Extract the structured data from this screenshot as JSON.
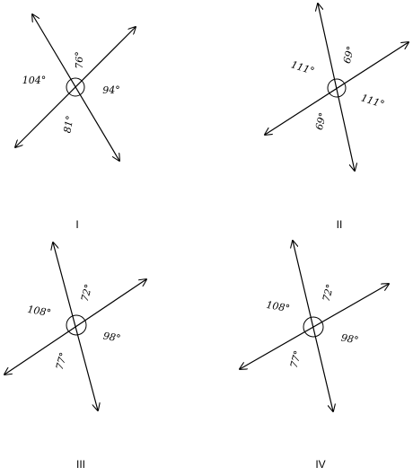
{
  "panels": [
    {
      "label": "I",
      "angles": {
        "top": "76°",
        "right": "94°",
        "bottom": "81°",
        "left": "104°"
      }
    },
    {
      "label": "II",
      "angles": {
        "top": "69°",
        "right": "111°",
        "bottom": "69°",
        "left": "111°"
      }
    },
    {
      "label": "III",
      "angles": {
        "top": "72°",
        "right": "98°",
        "bottom": "77°",
        "left": "108°"
      }
    },
    {
      "label": "IV",
      "angles": {
        "top": "72°",
        "right": "98°",
        "bottom": "77°",
        "left": "108°"
      }
    }
  ]
}
